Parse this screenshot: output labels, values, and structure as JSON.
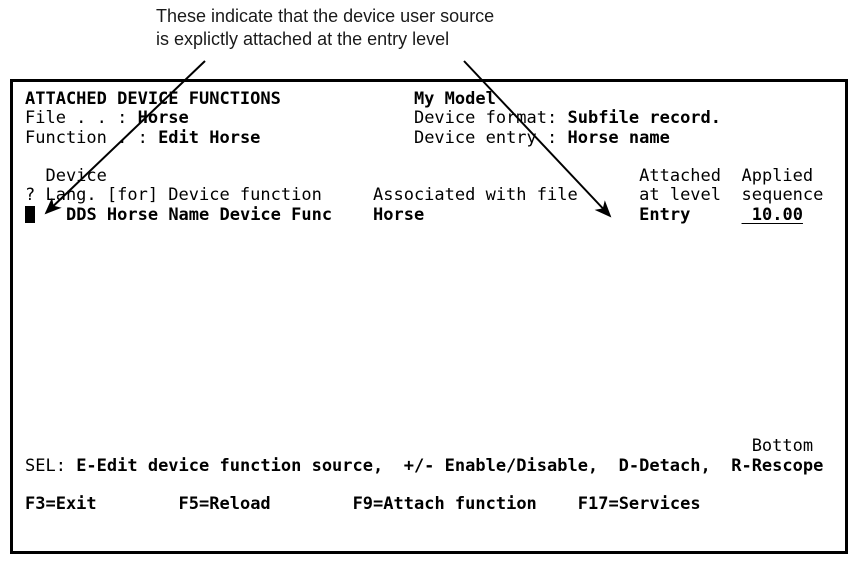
{
  "colors": {
    "foreground": "#000000",
    "background": "#ffffff",
    "screen_border": "#000000"
  },
  "annotation": {
    "line1": "These indicate that the device user source",
    "line2": "is explictly attached at the entry level"
  },
  "terminal": {
    "title": "ATTACHED DEVICE FUNCTIONS",
    "lines": [
      {
        "segments": [
          {
            "t": "ATTACHED DEVICE FUNCTIONS",
            "s": "b"
          },
          {
            "pad": 13
          },
          {
            "t": "My Model",
            "s": "b",
            "name": "model-name"
          }
        ]
      },
      {
        "segments": [
          {
            "t": "File . . : ",
            "s": ""
          },
          {
            "t": "Horse",
            "s": "b",
            "name": "file-value"
          },
          {
            "pad": 22
          },
          {
            "t": "Device format: ",
            "s": ""
          },
          {
            "t": "Subfile record.",
            "s": "b",
            "name": "device-format-value"
          }
        ]
      },
      {
        "segments": [
          {
            "t": "Function . : ",
            "s": ""
          },
          {
            "t": "Edit Horse",
            "s": "b",
            "name": "function-value"
          },
          {
            "pad": 15
          },
          {
            "t": "Device entry : ",
            "s": ""
          },
          {
            "t": "Horse name",
            "s": "b",
            "name": "device-entry-value"
          }
        ]
      },
      {
        "segments": []
      },
      {
        "segments": [
          {
            "t": "  Device",
            "s": ""
          },
          {
            "pad": 52
          },
          {
            "t": "Attached",
            "s": ""
          },
          {
            "pad": 2
          },
          {
            "t": "Applied",
            "s": ""
          }
        ]
      },
      {
        "segments": [
          {
            "t": "? Lang. [for] Device function",
            "s": ""
          },
          {
            "pad": 5
          },
          {
            "t": "Associated with file",
            "s": ""
          },
          {
            "pad": 6
          },
          {
            "t": "at level",
            "s": ""
          },
          {
            "pad": 2
          },
          {
            "t": "sequence",
            "s": ""
          }
        ]
      },
      {
        "segments": [
          {
            "t": " ",
            "s": "inv",
            "name": "sel-input-field",
            "i": true
          },
          {
            "pad": 3
          },
          {
            "t": "DDS Horse Name Device Func",
            "s": "b",
            "name": "device-function-name"
          },
          {
            "pad": 4
          },
          {
            "t": "Horse",
            "s": "b",
            "name": "associated-file-value"
          },
          {
            "pad": 21
          },
          {
            "t": "Entry",
            "s": "b",
            "name": "attached-at-level-value"
          },
          {
            "pad": 5
          },
          {
            "t": " 10.00",
            "s": "bu",
            "name": "applied-sequence-field",
            "i": true
          }
        ]
      },
      {
        "segments": []
      },
      {
        "segments": []
      },
      {
        "segments": []
      },
      {
        "segments": []
      },
      {
        "segments": []
      },
      {
        "segments": []
      },
      {
        "segments": []
      },
      {
        "segments": []
      },
      {
        "segments": []
      },
      {
        "segments": []
      },
      {
        "segments": []
      },
      {
        "segments": [
          {
            "pad": 71
          },
          {
            "t": "Bottom",
            "s": "",
            "name": "bottom-indicator"
          }
        ]
      },
      {
        "segments": [
          {
            "t": "SEL: ",
            "s": ""
          },
          {
            "t": "E-Edit device function source,  +/- Enable/Disable,  D-Detach,  R-Rescope",
            "s": "b",
            "name": "sel-options"
          }
        ]
      },
      {
        "segments": []
      },
      {
        "segments": [
          {
            "t": "F3=Exit",
            "s": "b",
            "name": "f3-exit-key"
          },
          {
            "pad": 8
          },
          {
            "t": "F5=Reload",
            "s": "b",
            "name": "f5-reload-key"
          },
          {
            "pad": 8
          },
          {
            "t": "F9=Attach function",
            "s": "b",
            "name": "f9-attach-function-key"
          },
          {
            "pad": 4
          },
          {
            "t": "F17=Services",
            "s": "b",
            "name": "f17-services-key"
          }
        ]
      }
    ]
  }
}
